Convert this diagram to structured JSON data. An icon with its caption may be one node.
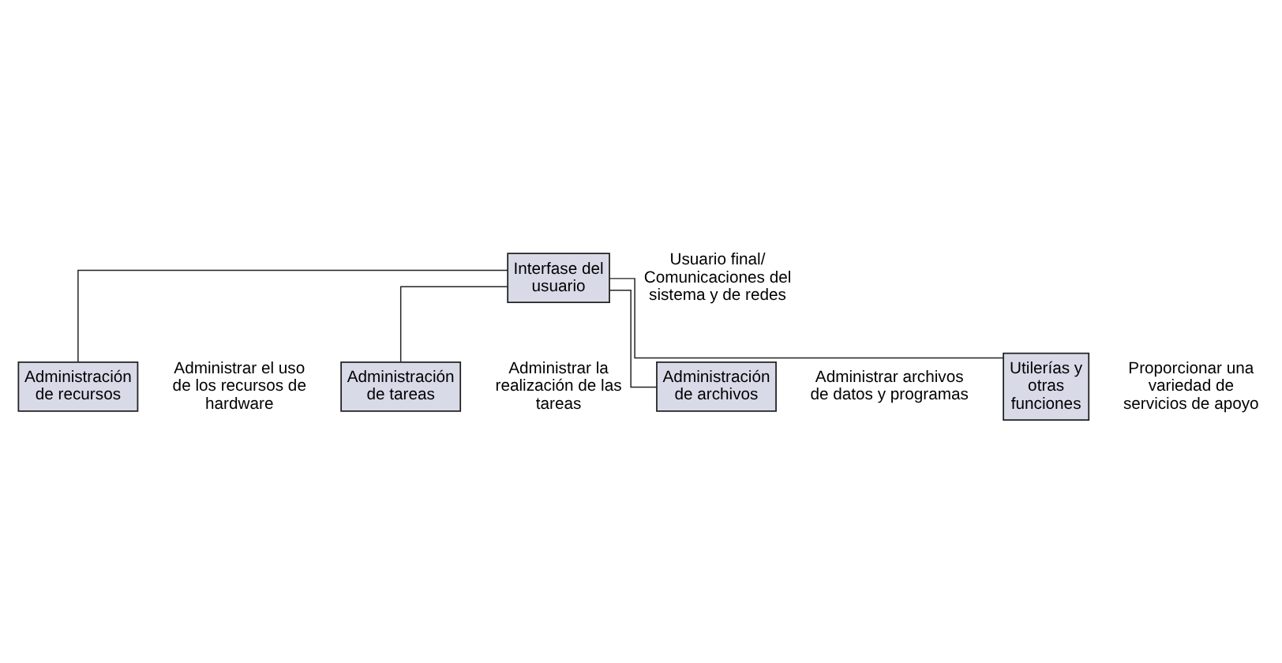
{
  "diagram": {
    "nodes": [
      {
        "text": [
          "Interfase del usuario"
        ],
        "beside": [
          "Usuario final/ Comunicaciones del sistema y de redes"
        ]
      },
      {
        "text": [
          "Administración de recursos"
        ],
        "beside": [
          "Administrar el uso de los recursos de hardware"
        ]
      },
      {
        "text": [
          "Administración de tareas"
        ],
        "beside": [
          "Administrar la realización de las tareas"
        ]
      },
      {
        "text": [
          "Administración de archivos"
        ],
        "beside": [
          "Administrar archivos de datos y programas"
        ]
      },
      {
        "text": [
          "Utilerías y otras funciones"
        ],
        "beside": [
          "Proporcionar una variedad de servicios de apoyo"
        ]
      }
    ],
    "edges": [
      {
        "from": 0,
        "to": 1,
        "arrow": "none"
      },
      {
        "from": 0,
        "to": 2,
        "arrow": "none"
      },
      {
        "from": 0,
        "to": 3,
        "arrow": "none"
      },
      {
        "from": 0,
        "to": 4,
        "arrow": "none"
      }
    ]
  }
}
